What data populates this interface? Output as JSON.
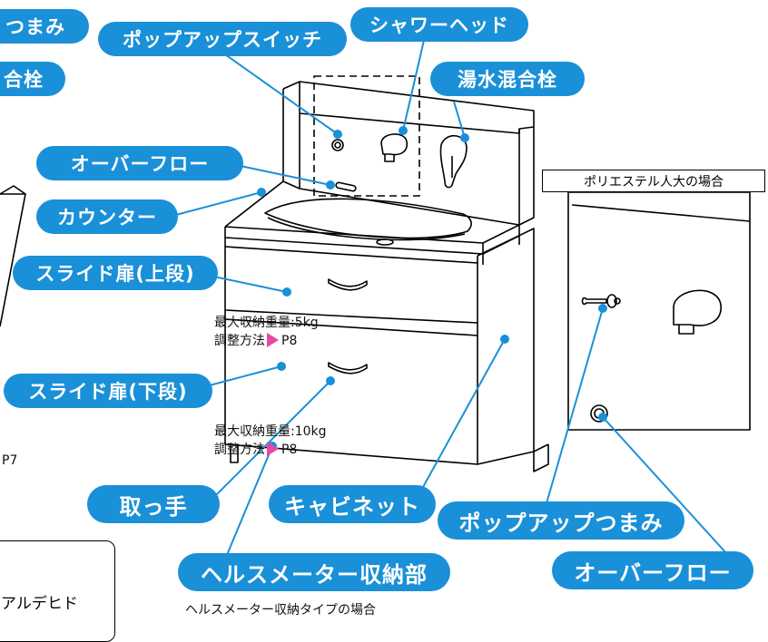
{
  "labels": {
    "tsumami_top_left": "つまみ",
    "gouseisen_left": "合栓",
    "popup_switch": "ポップアップスイッチ",
    "shower_head": "シャワーヘッド",
    "mixing_faucet": "湯水混合栓",
    "overflow": "オーバーフロー",
    "counter": "カウンター",
    "slide_door_upper": "スライド扉(上段)",
    "slide_door_lower": "スライド扉(下段)",
    "handle": "取っ手",
    "cabinet": "キャビネット",
    "popup_knob": "ポップアップつまみ",
    "overflow_right": "オーバーフロー",
    "health_meter_storage": "ヘルスメーター収納部"
  },
  "notes": {
    "upper_max_weight": "最大収納重量:5kg",
    "upper_adjust": "調整方法",
    "upper_page": "P8",
    "lower_max_weight": "最大収納重量:10kg",
    "lower_adjust": "調整方法",
    "lower_page": "P8",
    "p7_fragment": "P7",
    "health_meter_type": "ヘルスメーター収納タイプの場合",
    "polyester_case": "ポリエステル人大の場合",
    "box_text": "アルデヒド"
  },
  "colors": {
    "label_blue": "#1a90d8",
    "arrow_pink": "#e64aa0",
    "line": "#000000"
  }
}
